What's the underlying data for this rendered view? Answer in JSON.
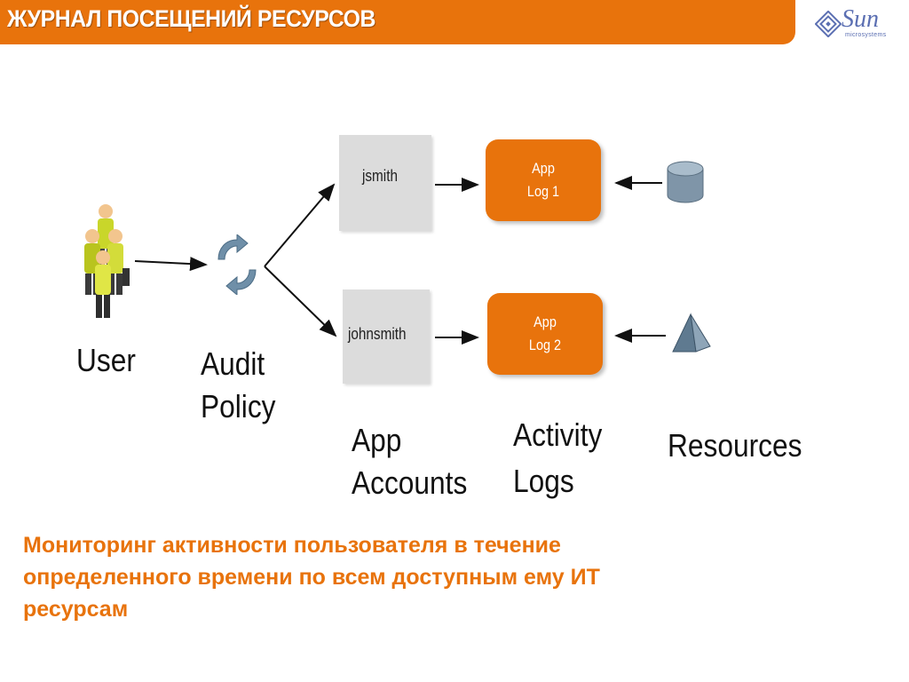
{
  "header": {
    "title": "ЖУРНАЛ ПОСЕЩЕНИЙ РЕСУРСОВ",
    "logo_text": "Sun",
    "logo_subtext": "microsystems"
  },
  "diagram": {
    "accounts": [
      {
        "label": "jsmith"
      },
      {
        "label": "johnsmith"
      }
    ],
    "logs": [
      {
        "line1": "App",
        "line2": "Log 1"
      },
      {
        "line1": "App",
        "line2": "Log 2"
      }
    ],
    "captions": {
      "user": "User",
      "audit_line1": "Audit",
      "audit_line2": "Policy",
      "accounts_line1": "App",
      "accounts_line2": "Accounts",
      "logs_line1": "Activity",
      "logs_line2": "Logs",
      "resources": "Resources"
    }
  },
  "footer": {
    "line1": "Мониторинг активности пользователя в течение",
    "line2": "определенного времени по всем доступным ему ИТ",
    "line3": "ресурсам"
  },
  "colors": {
    "accent": "#e8730c",
    "account_box": "#dcdcdc",
    "logo": "#5b6fb2"
  },
  "icons": [
    "users-group-icon",
    "refresh-cycle-icon",
    "database-icon",
    "pyramid-resource-icon",
    "sun-logo-icon"
  ]
}
